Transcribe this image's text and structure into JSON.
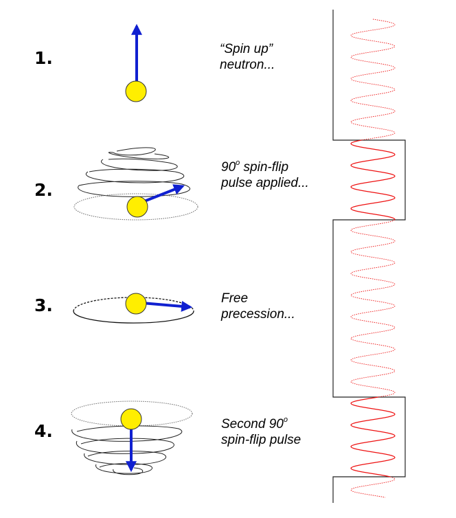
{
  "steps": [
    {
      "number": "1.",
      "line1": "“Spin up”",
      "line2": "neutron..."
    },
    {
      "number": "2.",
      "line1_pre": "90",
      "line1_sup": "o",
      "line1_post": " spin-flip",
      "line2": "pulse applied..."
    },
    {
      "number": "3.",
      "line1": "Free",
      "line2": "precession..."
    },
    {
      "number": "4.",
      "line1_pre": "Second 90",
      "line1_sup": "o",
      "line2": "spin-flip pulse"
    }
  ],
  "colors": {
    "neutron_fill": "#ffee00",
    "spin_arrow": "#1020d0",
    "rf_signal": "#ee1111",
    "outline": "#000000"
  }
}
